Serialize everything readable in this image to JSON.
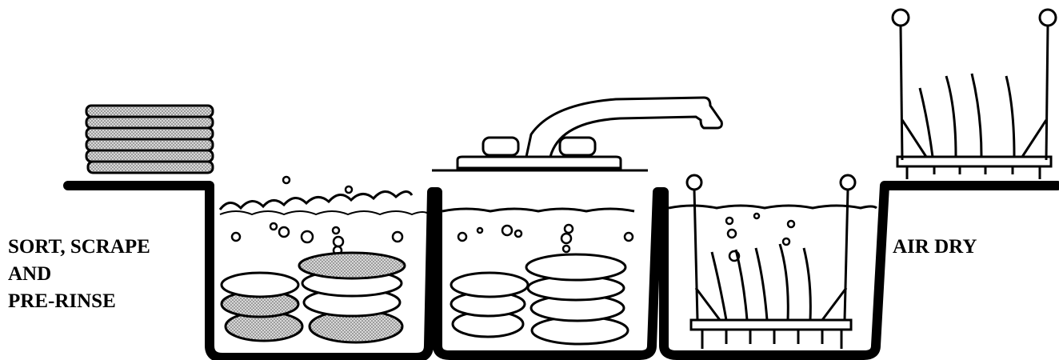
{
  "labels": {
    "left_lines": [
      "SORT, SCRAPE",
      "AND",
      "PRE-RINSE"
    ],
    "right": "AIR DRY"
  },
  "colors": {
    "ink": "#000000",
    "shaded_dish": "#bdbdbd",
    "background": "#ffffff"
  },
  "icons": [
    "plate-stack-icon",
    "faucet-icon",
    "dish-rack-icon",
    "dish-rack-icon",
    "bubble-icon",
    "plate-icon"
  ]
}
